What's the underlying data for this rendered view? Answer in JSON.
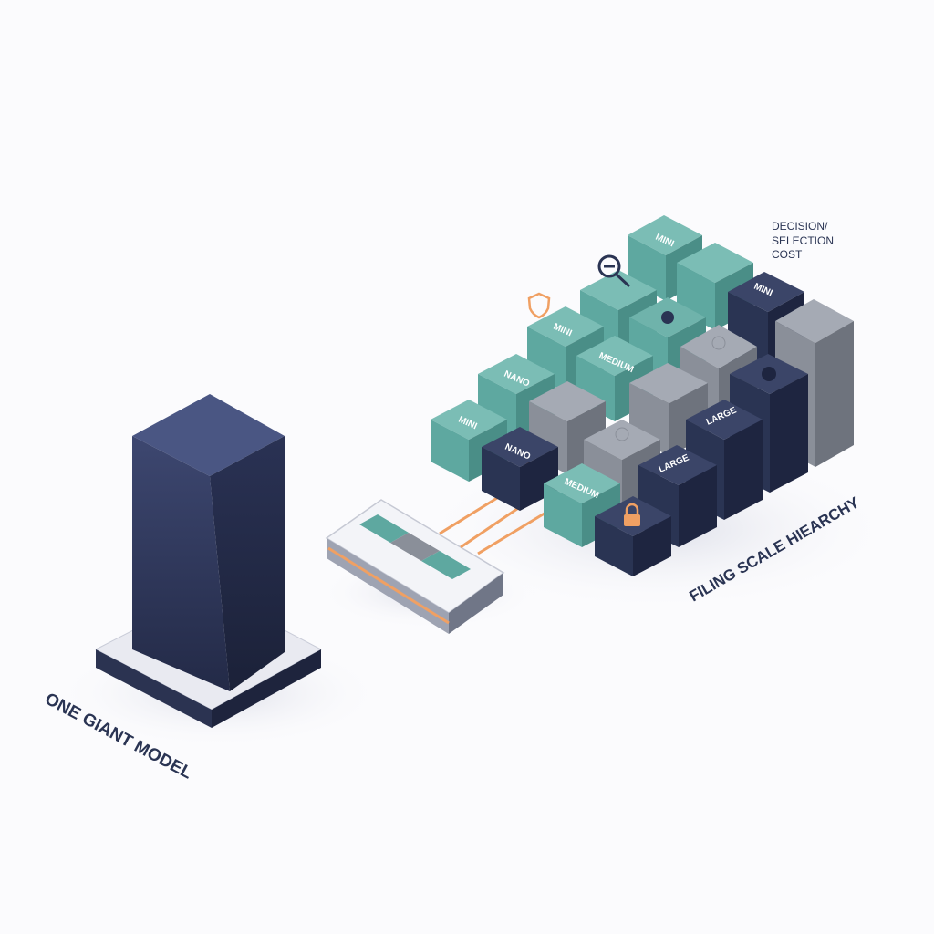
{
  "labels": {
    "left_model": "ONE GIANT MODEL",
    "hierarchy": "FILING SCALE HIEARCHY",
    "cost_line1": "DECISION/",
    "cost_line2": "SELECTION",
    "cost_line3": "COST"
  },
  "blocks": {
    "top_mini": "MINI",
    "row2_mini": "MINI",
    "mini_left": "MINI",
    "nano_top": "NANO",
    "mini_front": "MINI",
    "medium_upper": "MEDIUM",
    "nano_dark": "NANO",
    "medium_front": "MEDIUM",
    "large_upper": "LARGE",
    "large_lower": "LARGE"
  },
  "colors": {
    "teal": "#5ea8a0",
    "navy": "#2a3453",
    "gray": "#8a8f99",
    "orange": "#f0a063",
    "background": "#fbfbfd"
  },
  "icons": {
    "search": "magnifier-icon",
    "shield": "shield-icon",
    "lock": "lock-icon",
    "puzzle": "puzzle-piece-icon"
  }
}
